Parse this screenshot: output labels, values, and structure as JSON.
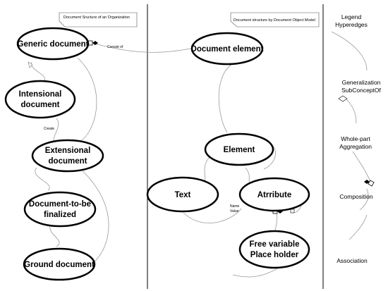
{
  "notes": {
    "left": "Document Sructure of an Organization",
    "middle": "Document structure by Document Object Model"
  },
  "nodes": {
    "generic_document": "Generic document",
    "intensional_document": [
      "Intensional",
      "document"
    ],
    "extensional_document": [
      "Extensional",
      "document"
    ],
    "document_to_be_finalized": [
      "Document-to-be",
      "finalized"
    ],
    "ground_document": "Ground document",
    "document_element": "Document element",
    "element": "Element",
    "text": "Text",
    "attribute": "Atrribute",
    "free_variable": [
      "Free variable",
      "Place holder"
    ]
  },
  "edge_labels": {
    "consist_of": "Consist of",
    "create": "Create",
    "name_value": [
      "Name",
      "Value"
    ]
  },
  "legend": {
    "title": [
      "Legend",
      "Hyperedges"
    ],
    "generalization": [
      "Generalization",
      "SubConceptOf"
    ],
    "whole_part": [
      "Whole-part",
      "Aggregation"
    ],
    "composition": "Composition",
    "association": "Association"
  }
}
